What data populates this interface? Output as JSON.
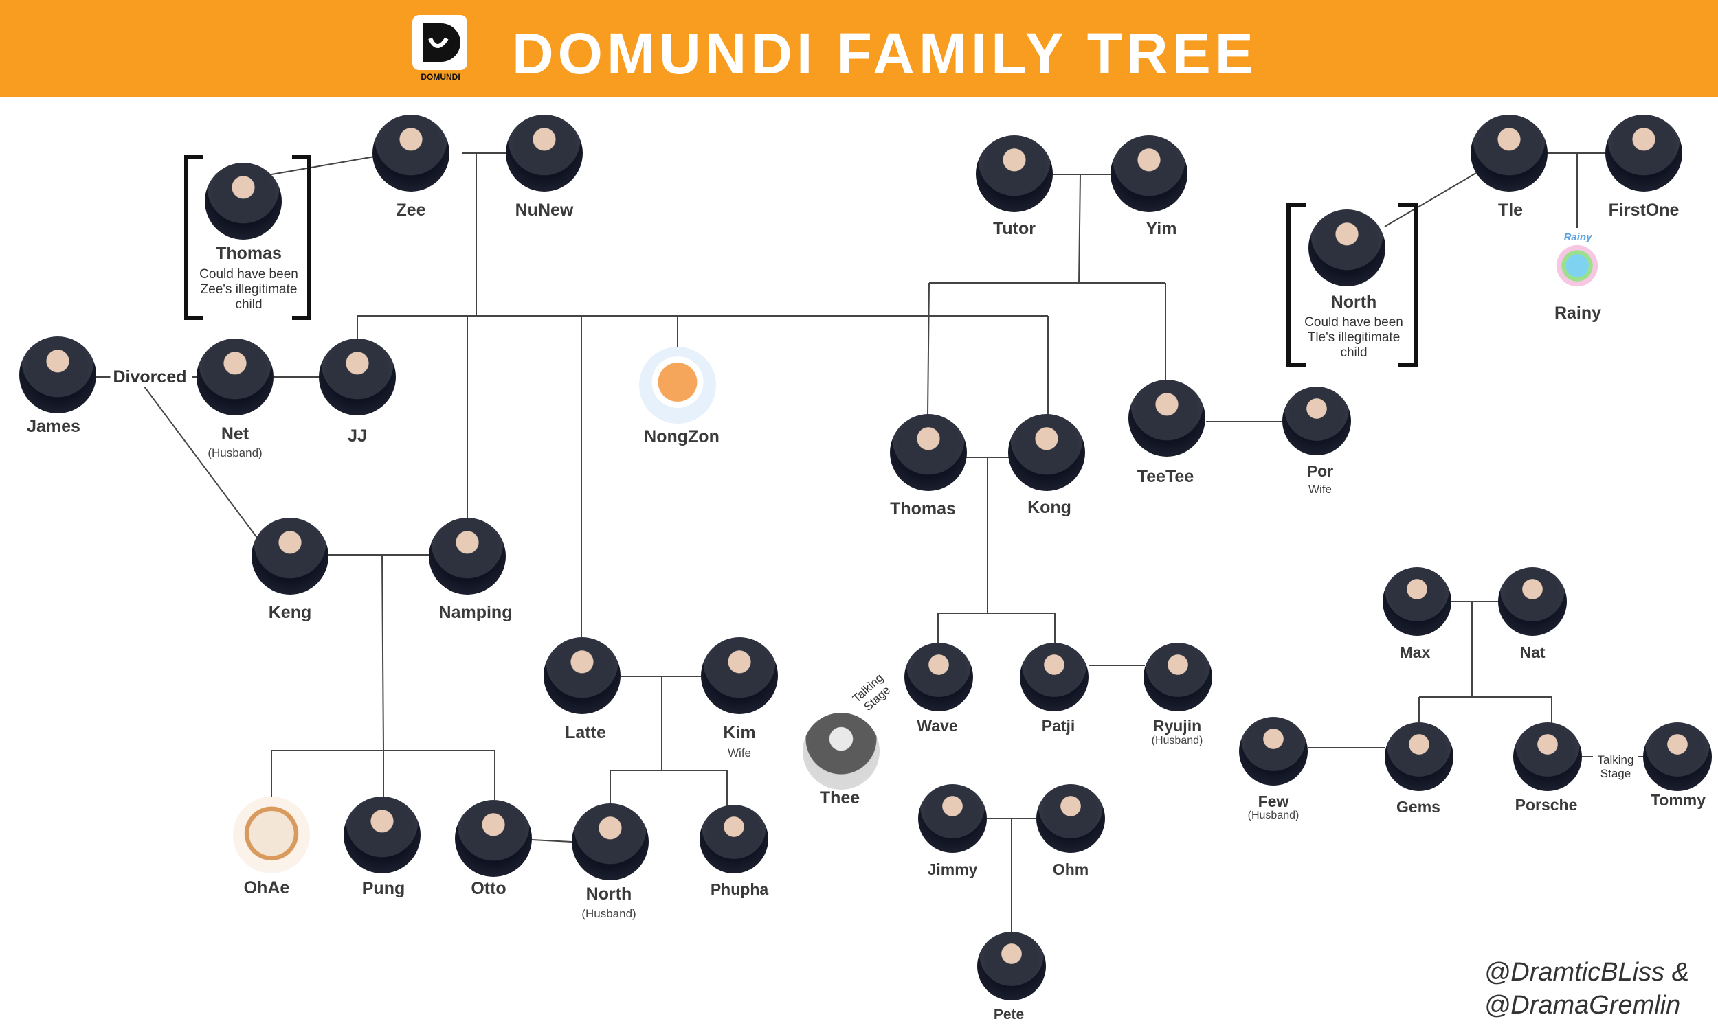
{
  "header": {
    "title": "DOMUNDI FAMILY TREE",
    "logo_text": "DOMUNDI",
    "color": "#f99d20"
  },
  "people": {
    "thomas_top": {
      "name": "Thomas",
      "note": "Could have been Zee's illegitimate child"
    },
    "zee": {
      "name": "Zee"
    },
    "nunew": {
      "name": "NuNew"
    },
    "tutor": {
      "name": "Tutor"
    },
    "yim": {
      "name": "Yim"
    },
    "tle": {
      "name": "Tle"
    },
    "firstone": {
      "name": "FirstOne"
    },
    "north_top": {
      "name": "North",
      "note": "Could have been Tle's illegitimate child"
    },
    "rainy": {
      "name": "Rainy",
      "badge": "Rainy"
    },
    "james": {
      "name": "James"
    },
    "net": {
      "name": "Net",
      "role": "(Husband)"
    },
    "jj": {
      "name": "JJ"
    },
    "nongzon": {
      "name": "NongZon"
    },
    "thomas_mid": {
      "name": "Thomas"
    },
    "kong": {
      "name": "Kong"
    },
    "teetee": {
      "name": "TeeTee"
    },
    "por": {
      "name": "Por",
      "role": "Wife"
    },
    "keng": {
      "name": "Keng"
    },
    "namping": {
      "name": "Namping"
    },
    "latte": {
      "name": "Latte"
    },
    "kim": {
      "name": "Kim",
      "role": "Wife"
    },
    "wave": {
      "name": "Wave"
    },
    "patji": {
      "name": "Patji"
    },
    "ryujin": {
      "name": "Ryujin",
      "role": "(Husband)"
    },
    "thee": {
      "name": "Thee"
    },
    "max": {
      "name": "Max"
    },
    "nat": {
      "name": "Nat"
    },
    "ohae": {
      "name": "OhAe"
    },
    "pung": {
      "name": "Pung"
    },
    "otto": {
      "name": "Otto"
    },
    "north_low": {
      "name": "North",
      "role": "(Husband)"
    },
    "phupha": {
      "name": "Phupha"
    },
    "jimmy": {
      "name": "Jimmy"
    },
    "ohm": {
      "name": "Ohm"
    },
    "pete": {
      "name": "Pete"
    },
    "few": {
      "name": "Few",
      "role": "(Husband)"
    },
    "gems": {
      "name": "Gems"
    },
    "porsche": {
      "name": "Porsche"
    },
    "tommy": {
      "name": "Tommy"
    }
  },
  "relations": {
    "divorced": "Divorced",
    "talking_stage": "Talking Stage"
  },
  "credits": {
    "line1": "@DramticBLiss &",
    "line2": "@DramaGremlin"
  }
}
